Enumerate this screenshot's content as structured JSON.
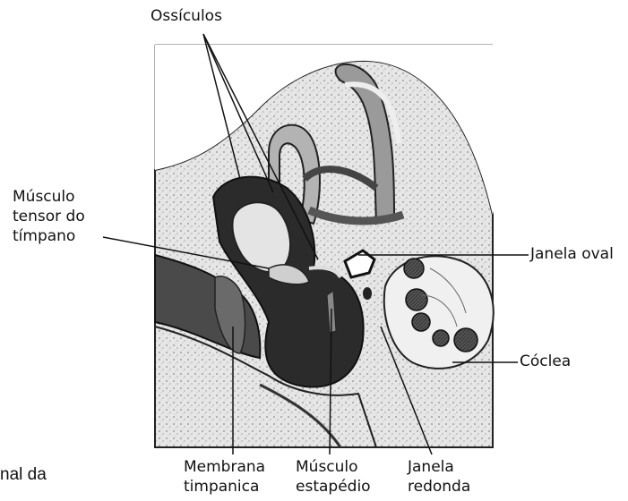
{
  "labels": {
    "ossiculos": "Ossículos",
    "musculo_tensor": [
      "Músculo",
      "tensor do",
      "tímpano"
    ],
    "janela_oval": "Janela oval",
    "coclea": "Cóclea",
    "membrana": [
      "Membrana",
      "timpanica"
    ],
    "musculo_estapedio": [
      "Músculo",
      "estapédio"
    ],
    "janela_redonda": [
      "Janela",
      "redonda"
    ],
    "cut_text": "nal  da"
  },
  "colors": {
    "ink": "#111111",
    "bone": "#d9d9d9",
    "dark": "#2a2a2a",
    "mid": "#6b6b6b",
    "light": "#bdbdbd"
  }
}
